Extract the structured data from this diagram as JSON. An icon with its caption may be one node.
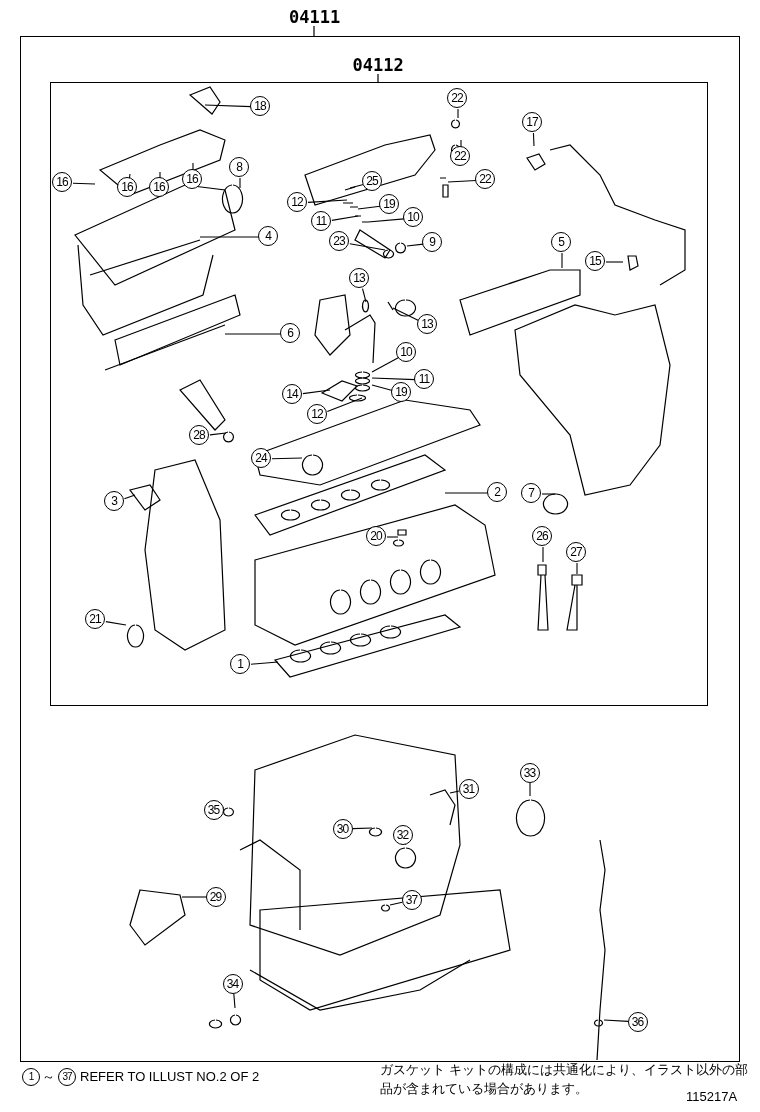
{
  "diagram": {
    "nodes": [
      {
        "text": [
          "04111"
        ]
      },
      {
        "text": [
          "04112"
        ],
        "in": 0
      },
      {
        "text": [
          "18"
        ],
        "in": 1
      },
      {
        "text": [
          "22"
        ],
        "in": 1
      },
      {
        "text": [
          "17"
        ],
        "in": 1
      },
      {
        "text": [
          "22"
        ],
        "in": 1
      },
      {
        "text": [
          "16"
        ],
        "in": 1
      },
      {
        "text": [
          "22"
        ],
        "in": 1
      },
      {
        "text": [
          "8"
        ],
        "in": 1
      },
      {
        "text": [
          "16"
        ],
        "in": 1
      },
      {
        "text": [
          "16"
        ],
        "in": 1
      },
      {
        "text": [
          "16"
        ],
        "in": 1
      },
      {
        "text": [
          "25"
        ],
        "in": 1
      },
      {
        "text": [
          "12"
        ],
        "in": 1
      },
      {
        "text": [
          "19"
        ],
        "in": 1
      },
      {
        "text": [
          "11"
        ],
        "in": 1
      },
      {
        "text": [
          "10"
        ],
        "in": 1
      },
      {
        "text": [
          "4"
        ],
        "in": 1
      },
      {
        "text": [
          "23"
        ],
        "in": 1
      },
      {
        "text": [
          "5"
        ],
        "in": 1
      },
      {
        "text": [
          "9"
        ],
        "in": 1
      },
      {
        "text": [
          "15"
        ],
        "in": 1
      },
      {
        "text": [
          "13"
        ],
        "in": 1
      },
      {
        "text": [
          "13"
        ],
        "in": 1
      },
      {
        "text": [
          "6"
        ],
        "in": 1
      },
      {
        "text": [
          "10"
        ],
        "in": 1
      },
      {
        "text": [
          "11"
        ],
        "in": 1
      },
      {
        "text": [
          "19"
        ],
        "in": 1
      },
      {
        "text": [
          "14"
        ],
        "in": 1
      },
      {
        "text": [
          "12"
        ],
        "in": 1
      },
      {
        "text": [
          "28"
        ],
        "in": 1
      },
      {
        "text": [
          "24"
        ],
        "in": 1
      },
      {
        "text": [
          "2"
        ],
        "in": 1
      },
      {
        "text": [
          "7"
        ],
        "in": 1
      },
      {
        "text": [
          "3"
        ],
        "in": 1
      },
      {
        "text": [
          "20"
        ],
        "in": 1
      },
      {
        "text": [
          "26"
        ],
        "in": 1
      },
      {
        "text": [
          "27"
        ],
        "in": 1
      },
      {
        "text": [
          "21"
        ],
        "in": 1
      },
      {
        "text": [
          "1"
        ],
        "in": 1
      },
      {
        "text": [
          "33"
        ],
        "in": 0
      },
      {
        "text": [
          "31"
        ],
        "in": 0
      },
      {
        "text": [
          "35"
        ],
        "in": 0
      },
      {
        "text": [
          "30"
        ],
        "in": 0
      },
      {
        "text": [
          "32"
        ],
        "in": 0
      },
      {
        "text": [
          "29"
        ],
        "in": 0
      },
      {
        "text": [
          "37"
        ],
        "in": 0
      },
      {
        "text": [
          "34"
        ],
        "in": 0
      },
      {
        "text": [
          "36"
        ],
        "in": 0
      }
    ],
    "edges": [
      {
        "from": 2,
        "to": null,
        "arrow": "none"
      },
      {
        "from": 3,
        "to": null,
        "arrow": "none"
      },
      {
        "from": 4,
        "to": null,
        "arrow": "none"
      },
      {
        "from": 5,
        "to": null,
        "arrow": "none"
      },
      {
        "from": 6,
        "to": null,
        "arrow": "none"
      },
      {
        "from": 7,
        "to": null,
        "arrow": "none"
      },
      {
        "from": 8,
        "to": null,
        "arrow": "none"
      },
      {
        "from": 9,
        "to": null,
        "arrow": "none"
      },
      {
        "from": 10,
        "to": null,
        "arrow": "none"
      },
      {
        "from": 11,
        "to": null,
        "arrow": "none"
      },
      {
        "from": 12,
        "to": null,
        "arrow": "none"
      },
      {
        "from": 13,
        "to": null,
        "arrow": "none"
      },
      {
        "from": 14,
        "to": null,
        "arrow": "none"
      },
      {
        "from": 15,
        "to": null,
        "arrow": "none"
      },
      {
        "from": 16,
        "to": null,
        "arrow": "none"
      },
      {
        "from": 17,
        "to": null,
        "arrow": "none"
      },
      {
        "from": 18,
        "to": null,
        "arrow": "none"
      },
      {
        "from": 19,
        "to": null,
        "arrow": "none"
      },
      {
        "from": 20,
        "to": null,
        "arrow": "none"
      },
      {
        "from": 21,
        "to": null,
        "arrow": "none"
      },
      {
        "from": 22,
        "to": null,
        "arrow": "none"
      },
      {
        "from": 23,
        "to": null,
        "arrow": "none"
      },
      {
        "from": 24,
        "to": null,
        "arrow": "none"
      },
      {
        "from": 25,
        "to": null,
        "arrow": "none"
      },
      {
        "from": 26,
        "to": null,
        "arrow": "none"
      },
      {
        "from": 27,
        "to": null,
        "arrow": "none"
      },
      {
        "from": 28,
        "to": null,
        "arrow": "none"
      },
      {
        "from": 29,
        "to": null,
        "arrow": "none"
      },
      {
        "from": 30,
        "to": null,
        "arrow": "none"
      },
      {
        "from": 31,
        "to": null,
        "arrow": "none"
      },
      {
        "from": 32,
        "to": null,
        "arrow": "none"
      },
      {
        "from": 33,
        "to": null,
        "arrow": "none"
      },
      {
        "from": 34,
        "to": null,
        "arrow": "none"
      },
      {
        "from": 35,
        "to": null,
        "arrow": "none"
      },
      {
        "from": 36,
        "to": null,
        "arrow": "none"
      },
      {
        "from": 37,
        "to": null,
        "arrow": "none"
      },
      {
        "from": 38,
        "to": null,
        "arrow": "none"
      },
      {
        "from": 39,
        "to": null,
        "arrow": "none"
      },
      {
        "from": 40,
        "to": null,
        "arrow": "none"
      },
      {
        "from": 41,
        "to": null,
        "arrow": "none"
      },
      {
        "from": 42,
        "to": null,
        "arrow": "none"
      },
      {
        "from": 43,
        "to": null,
        "arrow": "none"
      },
      {
        "from": 44,
        "to": null,
        "arrow": "none"
      },
      {
        "from": 45,
        "to": null,
        "arrow": "none"
      },
      {
        "from": 46,
        "to": null,
        "arrow": "none"
      },
      {
        "from": 47,
        "to": null,
        "arrow": "none"
      },
      {
        "from": 48,
        "to": null,
        "arrow": "none"
      }
    ],
    "labels": [
      "1",
      "～",
      "37",
      "REFER TO ILLUST NO.2 OF 2",
      "ガスケット キットの構成には共通化により、イラスト以外の部品が含まれている場合があります。",
      "115217A"
    ]
  }
}
